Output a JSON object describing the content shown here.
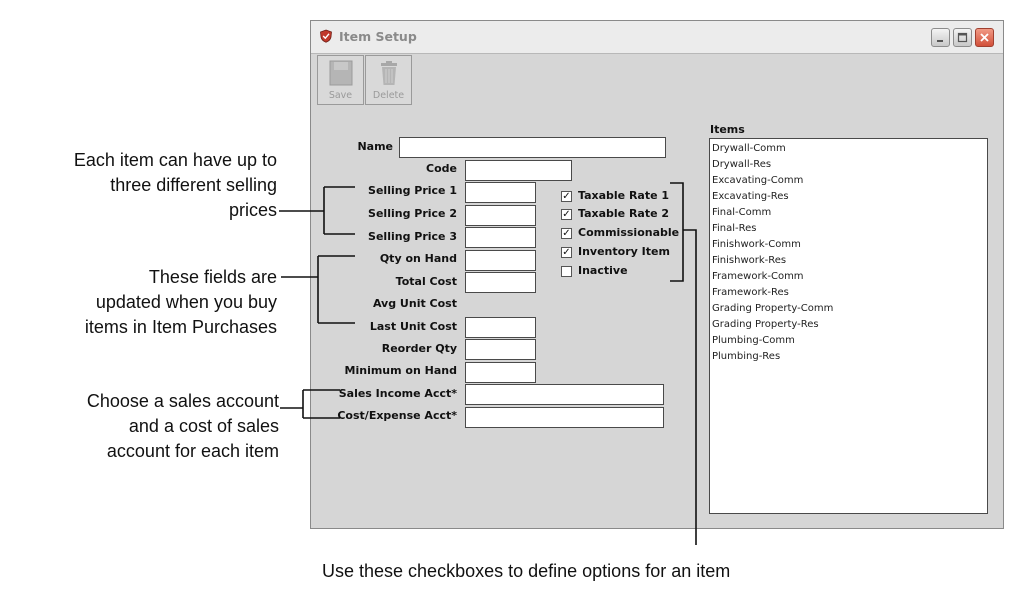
{
  "window": {
    "title": "Item Setup",
    "controls": [
      "minimize",
      "maximize",
      "close"
    ]
  },
  "toolbar": {
    "save_label": "Save",
    "delete_label": "Delete"
  },
  "form": {
    "fields": [
      {
        "label": "Name",
        "value": ""
      },
      {
        "label": "Code",
        "value": ""
      },
      {
        "label": "Selling Price 1",
        "value": ""
      },
      {
        "label": "Selling Price 2",
        "value": ""
      },
      {
        "label": "Selling Price 3",
        "value": ""
      },
      {
        "label": "Qty on Hand",
        "value": ""
      },
      {
        "label": "Total Cost",
        "value": ""
      },
      {
        "label": "Avg Unit Cost",
        "value": ""
      },
      {
        "label": "Last Unit Cost",
        "value": ""
      },
      {
        "label": "Reorder Qty",
        "value": ""
      },
      {
        "label": "Minimum on Hand",
        "value": ""
      },
      {
        "label": "Sales Income Acct*",
        "value": ""
      },
      {
        "label": "Cost/Expense Acct*",
        "value": ""
      }
    ]
  },
  "options": [
    {
      "label": "Taxable Rate 1",
      "checked": true
    },
    {
      "label": "Taxable Rate 2",
      "checked": true
    },
    {
      "label": "Commissionable",
      "checked": true
    },
    {
      "label": "Inventory Item",
      "checked": true
    },
    {
      "label": "Inactive",
      "checked": false
    }
  ],
  "checkmark": "✓",
  "items": {
    "label": "Items",
    "list": [
      "Drywall-Comm",
      "Drywall-Res",
      "Excavating-Comm",
      "Excavating-Res",
      "Final-Comm",
      "Final-Res",
      "Finishwork-Comm",
      "Finishwork-Res",
      "Framework-Comm",
      "Framework-Res",
      "Grading Property-Comm",
      "Grading Property-Res",
      "Plumbing-Comm",
      "Plumbing-Res"
    ]
  },
  "annotations": {
    "selling_prices": [
      "Each item can have up to",
      "three different selling",
      "prices"
    ],
    "purchases": [
      "These fields are",
      "updated when you buy",
      "items in Item Purchases"
    ],
    "accounts": [
      "Choose a sales account",
      "and a cost of sales",
      "account for each item"
    ],
    "checkboxes": "Use these checkboxes to define options for an item"
  },
  "colors": {
    "close_button": "#d2503a",
    "window_bg": "#d6d6d6"
  }
}
